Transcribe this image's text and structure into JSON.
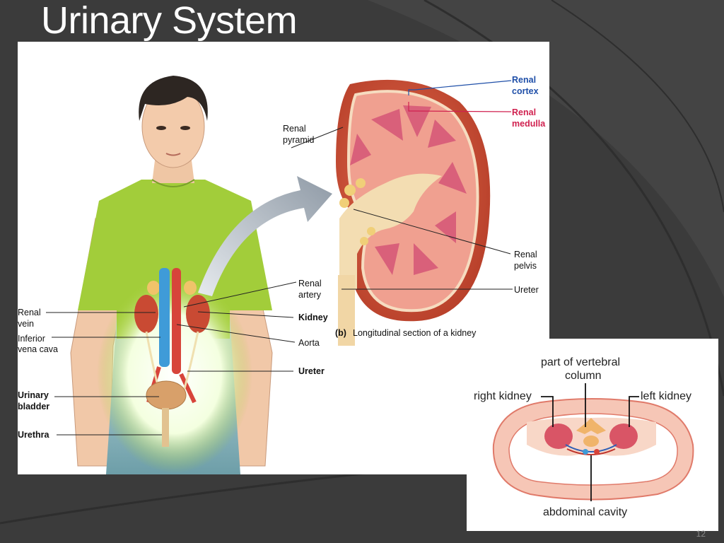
{
  "slide": {
    "title": "Urinary System",
    "page_number": "12"
  },
  "body_figure": {
    "labels": {
      "renal_vein_1": "Renal",
      "renal_vein_2": "vein",
      "ivc_1": "Inferior",
      "ivc_2": "vena cava",
      "bladder_1": "Urinary",
      "bladder_2": "bladder",
      "urethra": "Urethra",
      "renal_artery_1": "Renal",
      "renal_artery_2": "artery",
      "kidney": "Kidney",
      "aorta": "Aorta",
      "ureter": "Ureter"
    }
  },
  "kidney_section": {
    "labels": {
      "renal_pyramid_1": "Renal",
      "renal_pyramid_2": "pyramid",
      "renal_cortex_1": "Renal",
      "renal_cortex_2": "cortex",
      "renal_medulla_1": "Renal",
      "renal_medulla_2": "medulla",
      "renal_pelvis_1": "Renal",
      "renal_pelvis_2": "pelvis",
      "ureter": "Ureter"
    },
    "caption_tag": "(b)",
    "caption_text": "Longitudinal section of a kidney"
  },
  "cross_section": {
    "labels": {
      "vertebral_1": "part of vertebral",
      "vertebral_2": "column",
      "right_kidney": "right kidney",
      "left_kidney": "left kidney",
      "abdominal_cavity": "abdominal cavity"
    }
  },
  "colors": {
    "cortex_label": "#1f4fa8",
    "medulla_label": "#d0214f",
    "background": "#3a3a3a"
  }
}
